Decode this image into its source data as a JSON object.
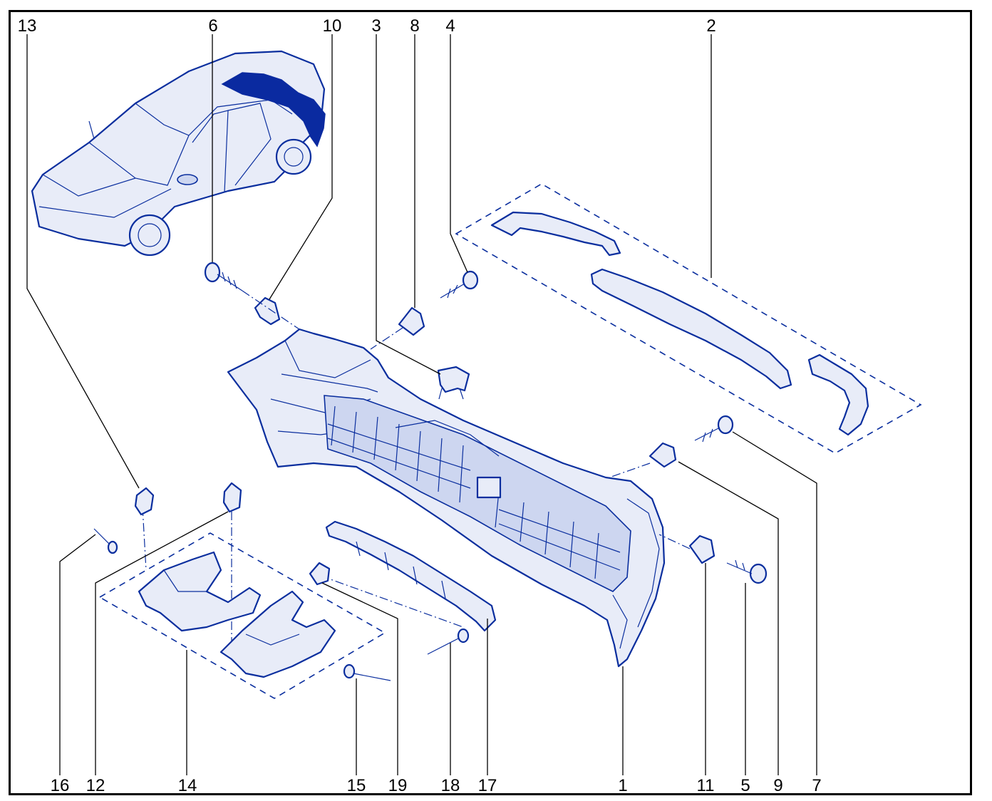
{
  "diagram": {
    "labels": {
      "l13": "13",
      "l6": "6",
      "l10": "10",
      "l3": "3",
      "l8": "8",
      "l4": "4",
      "l2": "2",
      "l16": "16",
      "l12": "12",
      "l14": "14",
      "l15": "15",
      "l19": "19",
      "l18": "18",
      "l17": "17",
      "l1": "1",
      "l11": "11",
      "l5": "5",
      "l9": "9",
      "l7": "7"
    }
  }
}
